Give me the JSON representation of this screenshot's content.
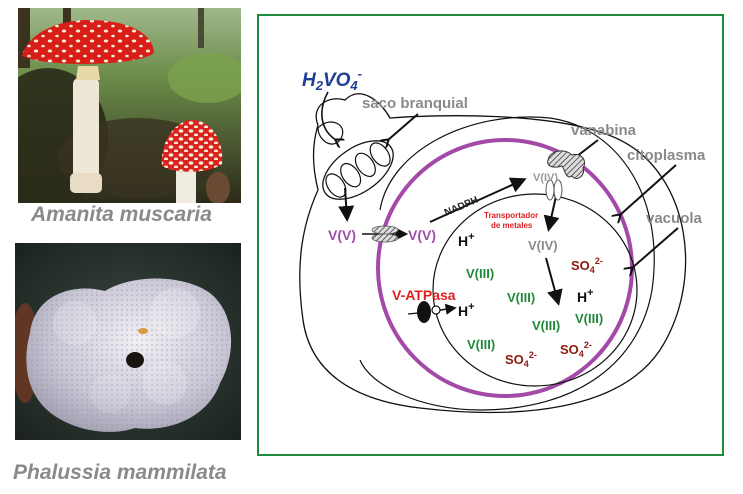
{
  "colors": {
    "frame": "#1f8a3a",
    "label_gray": "#8a8a8a",
    "formula_blue": "#1e3f96",
    "membrane_purple": "#a34aa8",
    "vanadium_v": "#a34aa8",
    "vanadium_iii": "#1f8a3a",
    "sulfate": "#8b1a10",
    "red_label": "#e02020",
    "black": "#111111"
  },
  "photos": [
    {
      "caption": "Amanita muscaria"
    },
    {
      "caption": "Phalussia mammilata"
    }
  ],
  "diagram": {
    "formula": {
      "base": "H",
      "sub1": "2",
      "mid": "VO",
      "sub2": "4",
      "sup": "-"
    },
    "labels": {
      "saco_branquial": "saco branquial",
      "vanabina": "vanabina",
      "citoplasma": "citoplasma",
      "vacuola": "vacuola",
      "nadph": "NADPH",
      "transportador_line1": "Transportador",
      "transportador_line2": "de metales",
      "v_atpasa": "V-ATPasa"
    },
    "species": {
      "v5_outer": "V(V)",
      "v5_inner": "V(V)",
      "v4_top": "V(IV)",
      "v4_mid": "V(IV)",
      "v3": [
        "V(III)",
        "V(III)",
        "V(III)",
        "V(III)",
        "V(III)"
      ],
      "h_plus": [
        "H",
        "H",
        "H"
      ],
      "h_sup": "+",
      "sulfate": {
        "base": "SO",
        "sub": "4",
        "sup": "2-"
      }
    }
  }
}
